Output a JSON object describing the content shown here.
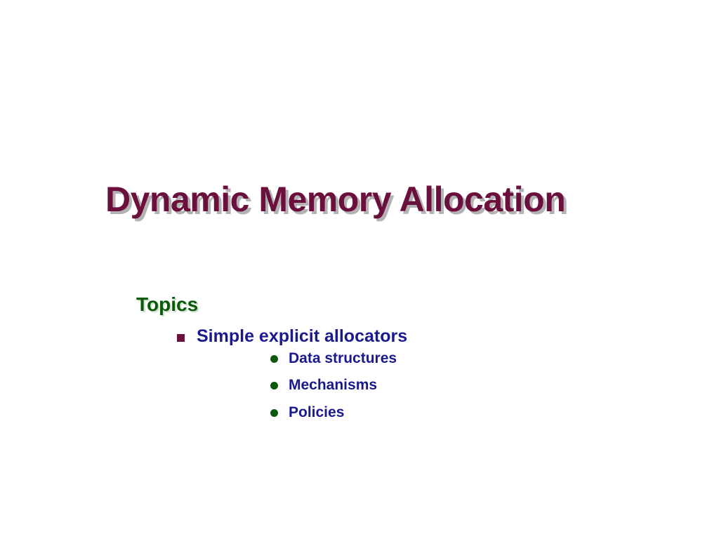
{
  "slide": {
    "background_color": "#ffffff",
    "title": "Dynamic Memory Allocation",
    "title_color": "#6b0f3c",
    "title_shadow_color": "#b3b3b3",
    "heading": "Topics",
    "heading_color": "#0a5a0a",
    "body_text_color": "#1a1a8c",
    "level1_marker": "square-bullet-icon",
    "level1_marker_color": "#6b0f3c",
    "level2_marker": "disc-bullet-icon",
    "level2_marker_color": "#0a5a0a",
    "bullets": [
      {
        "label": "Simple explicit allocators",
        "children": [
          {
            "label": "Data structures"
          },
          {
            "label": "Mechanisms"
          },
          {
            "label": "Policies"
          }
        ]
      }
    ]
  }
}
